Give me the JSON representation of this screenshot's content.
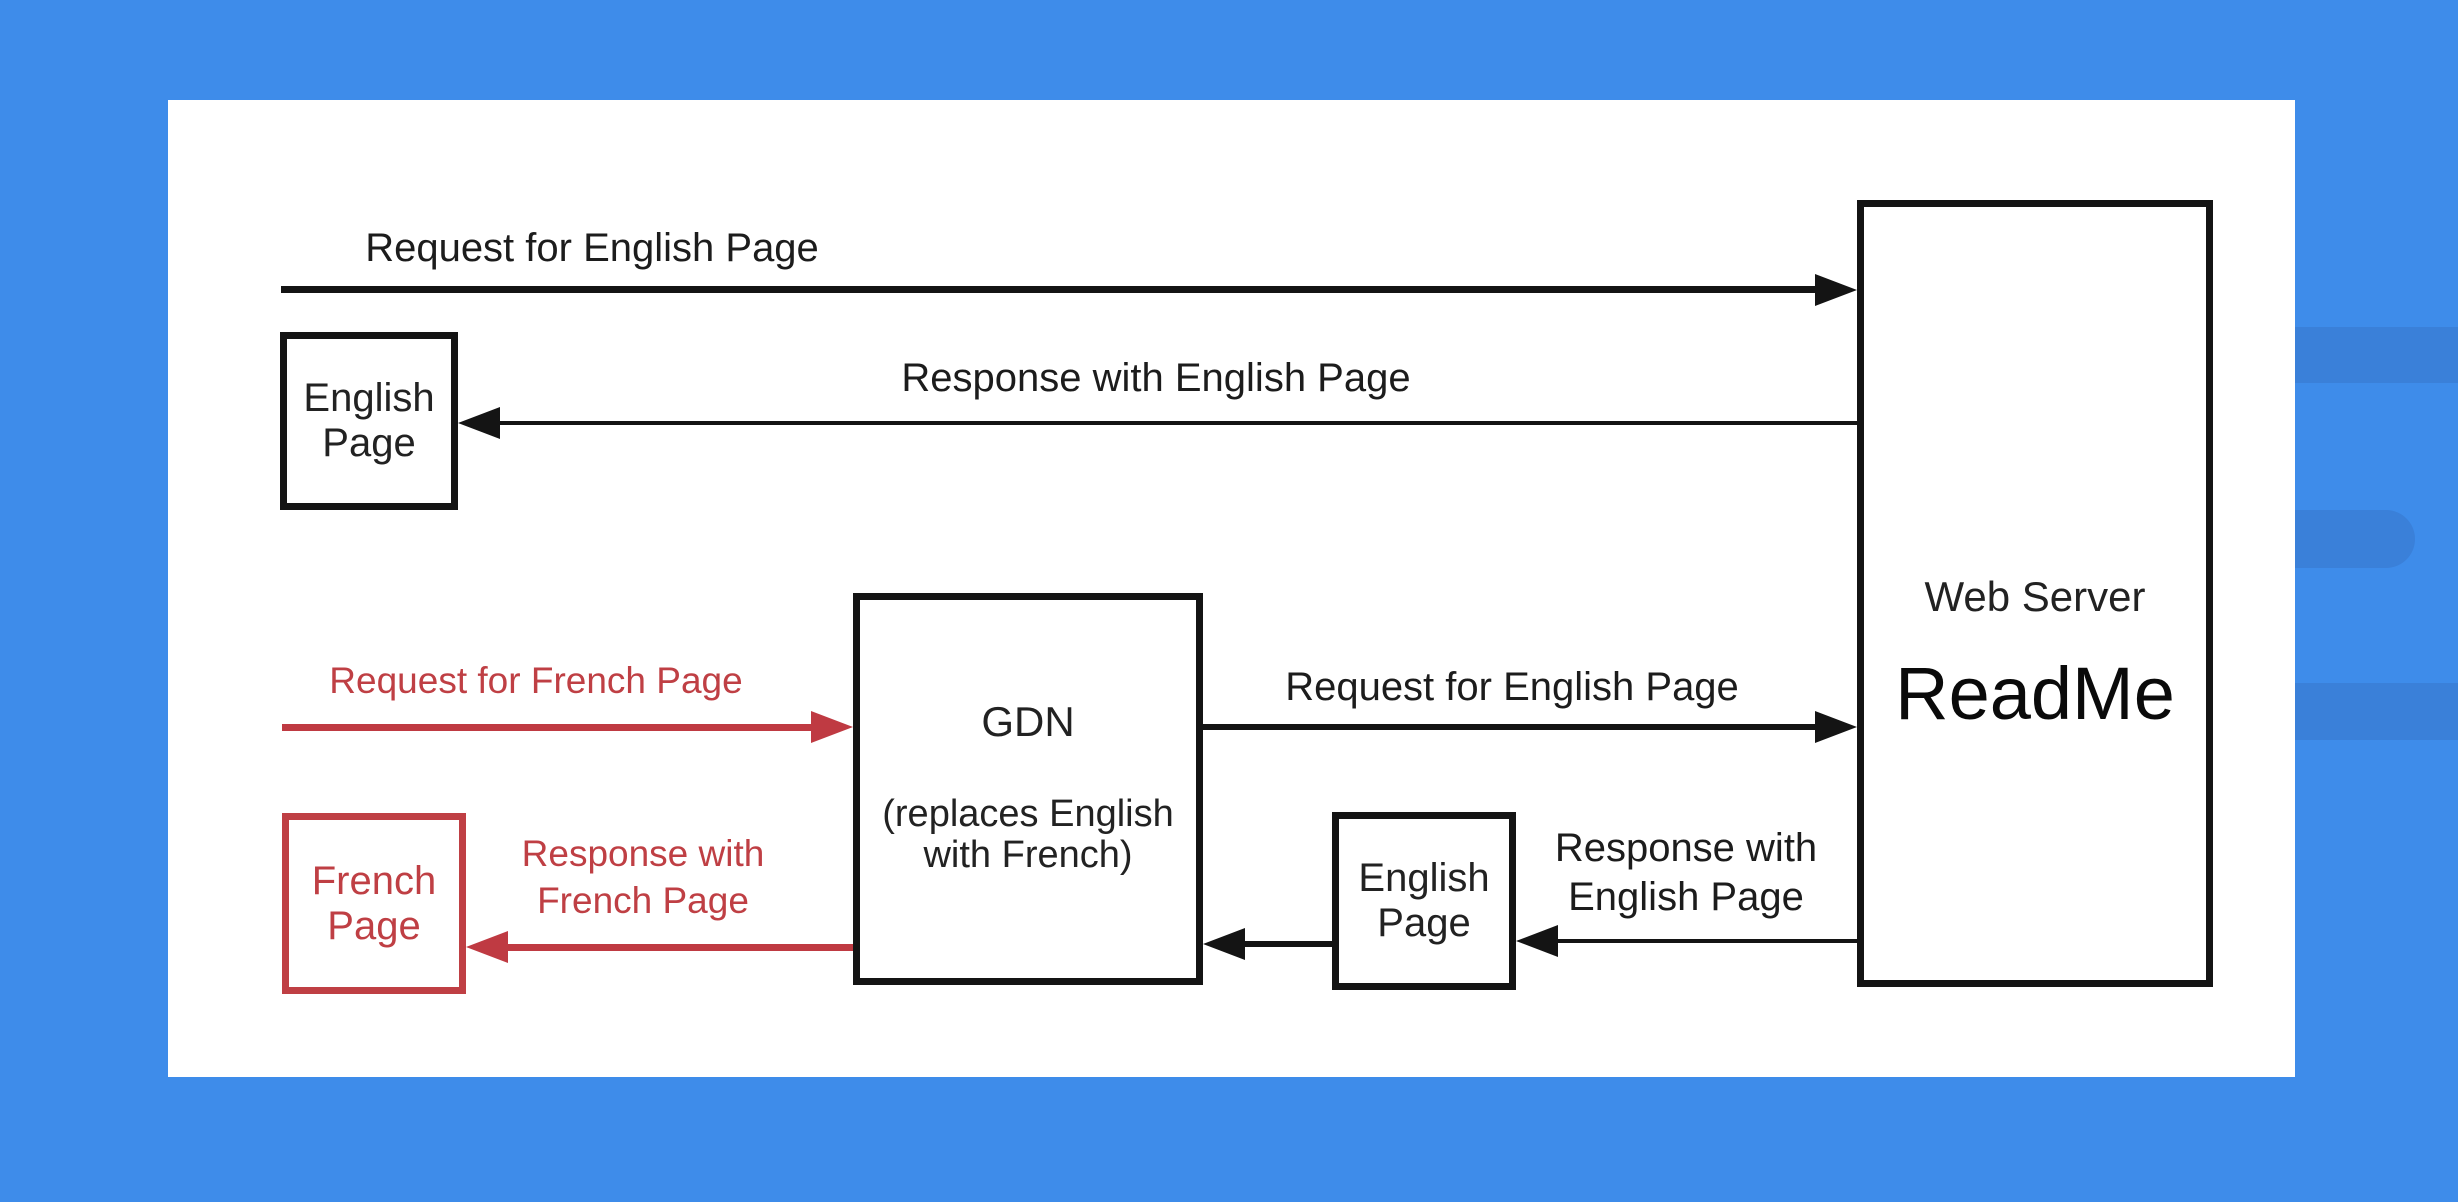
{
  "page": {
    "background_color": "#3e8cea",
    "decor_pill_color": "#3a80d9",
    "card_color": "#ffffff",
    "line_color": "#141414",
    "accent_red": "#bf3a42"
  },
  "diagram": {
    "boxes": {
      "english_top": {
        "line1": "English",
        "line2": "Page"
      },
      "french": {
        "line1": "French",
        "line2": "Page"
      },
      "gdn": {
        "title": "GDN",
        "sub_line1": "(replaces English",
        "sub_line2": "with French)"
      },
      "english_bottom": {
        "line1": "English",
        "line2": "Page"
      },
      "web_server": {
        "title": "Web Server",
        "brand": "ReadMe"
      }
    },
    "arrows": {
      "request_english_top": {
        "label": "Request for English Page"
      },
      "response_english_top": {
        "label": "Response with English Page"
      },
      "request_french": {
        "label": "Request for French Page"
      },
      "request_english_mid": {
        "label": "Request for English Page"
      },
      "response_english_bottom": {
        "label_line1": "Response with",
        "label_line2": "English Page"
      },
      "response_french": {
        "label_line1": "Response with",
        "label_line2": "French Page"
      }
    }
  }
}
